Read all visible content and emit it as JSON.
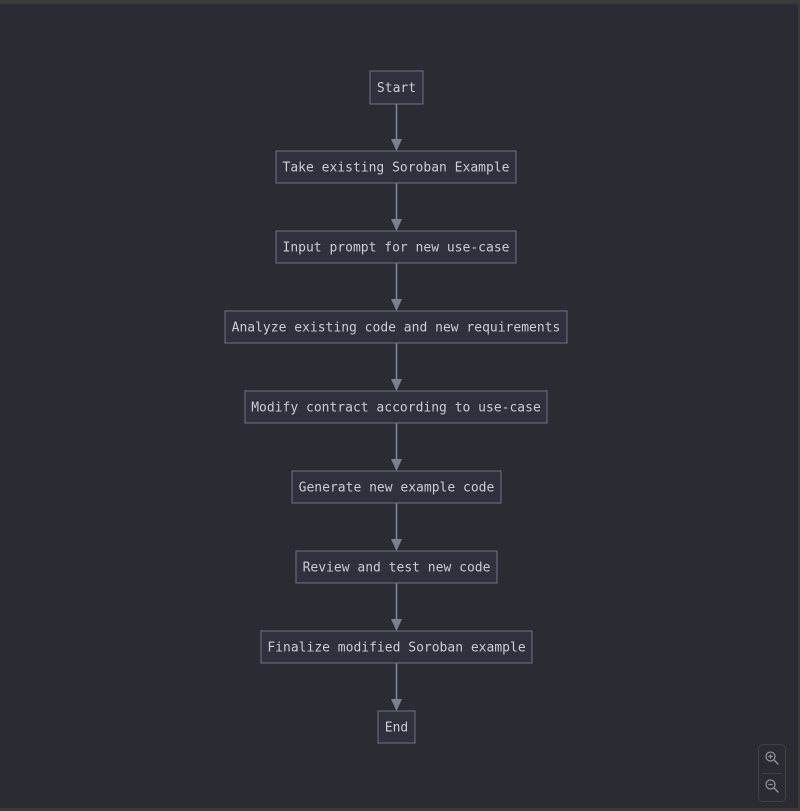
{
  "diagram": {
    "nodes": [
      {
        "id": "start",
        "label": "Start"
      },
      {
        "id": "take",
        "label": "Take existing Soroban Example"
      },
      {
        "id": "input",
        "label": "Input prompt for new use-case"
      },
      {
        "id": "analyze",
        "label": "Analyze existing code and new requirements"
      },
      {
        "id": "modify",
        "label": "Modify contract according to use-case"
      },
      {
        "id": "generate",
        "label": "Generate new example code"
      },
      {
        "id": "review",
        "label": "Review and test new code"
      },
      {
        "id": "finalize",
        "label": "Finalize modified Soroban example"
      },
      {
        "id": "end",
        "label": "End"
      }
    ],
    "edges": [
      {
        "from": "start",
        "to": "take"
      },
      {
        "from": "take",
        "to": "input"
      },
      {
        "from": "input",
        "to": "analyze"
      },
      {
        "from": "analyze",
        "to": "modify"
      },
      {
        "from": "modify",
        "to": "generate"
      },
      {
        "from": "generate",
        "to": "review"
      },
      {
        "from": "review",
        "to": "finalize"
      },
      {
        "from": "finalize",
        "to": "end"
      }
    ]
  },
  "controls": {
    "zoom_in_icon": "zoom-in-icon",
    "zoom_out_icon": "zoom-out-icon"
  },
  "colors": {
    "background": "#2a2c34",
    "node_fill": "#2f323c",
    "node_stroke": "#6f7482",
    "edge": "#7b8294",
    "text": "#c9cdd6"
  }
}
